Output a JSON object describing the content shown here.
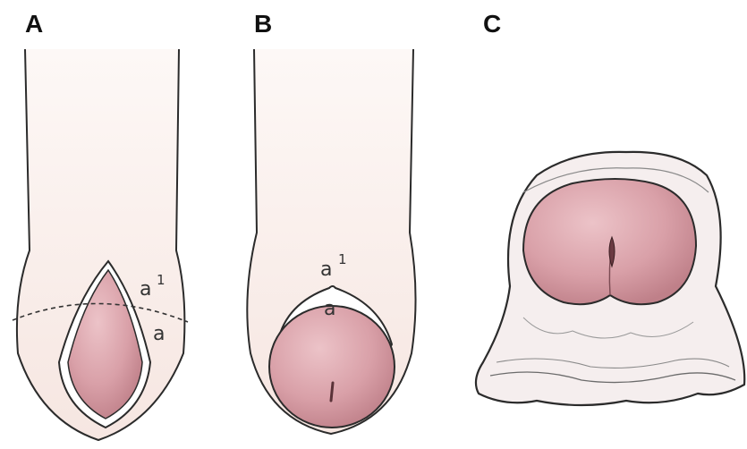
{
  "panels": [
    {
      "label": "A",
      "annotations": {
        "upper": "a",
        "upper_sup": "1",
        "lower": "a"
      }
    },
    {
      "label": "B",
      "annotations": {
        "upper": "a",
        "upper_sup": "1",
        "lower": "a"
      }
    },
    {
      "label": "C"
    }
  ],
  "colors": {
    "skin": "#f9eeea",
    "glans": "#d9a0a8",
    "glans_shade": "#c48890",
    "outline": "#2b2b2b",
    "ruffle": "#f5eeee"
  }
}
